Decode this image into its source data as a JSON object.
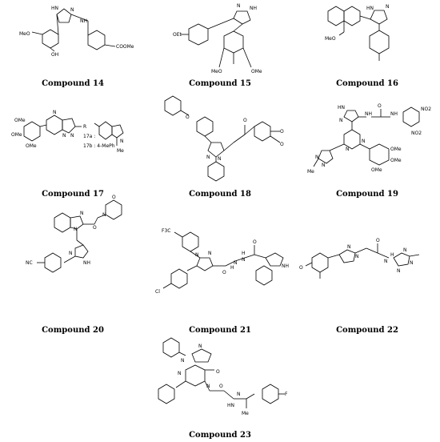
{
  "compounds": [
    {
      "caption": "Compound 14",
      "atoms": [
        "HN",
        "N",
        "NH",
        "MeO",
        "OH",
        "COOMe"
      ]
    },
    {
      "caption": "Compound 15",
      "atoms": [
        "N",
        "NH",
        "OEt",
        "MeO",
        "OMe"
      ]
    },
    {
      "caption": "Compound 16",
      "atoms": [
        "HN",
        "N",
        "MeO"
      ]
    },
    {
      "caption": "Compound 17",
      "atoms": [
        "OMe",
        "OMe",
        "OMe",
        "N",
        "N",
        "N",
        "R",
        "17a :",
        "17b : 4-MePh",
        "N",
        "Me"
      ]
    },
    {
      "caption": "Compound 18",
      "atoms": [
        "O",
        "O",
        "O",
        "O",
        "N",
        "N"
      ]
    },
    {
      "caption": "Compound 19",
      "atoms": [
        "HN",
        "N",
        "NH",
        "O",
        "NH",
        "NO2",
        "NO2",
        "N",
        "N",
        "N",
        "N",
        "Me",
        "OMe",
        "OMe",
        "OMe"
      ]
    },
    {
      "caption": "Compound 20",
      "atoms": [
        "N",
        "O",
        "N",
        "N",
        "O",
        "N",
        "NH",
        "NC"
      ]
    },
    {
      "caption": "Compound 21",
      "atoms": [
        "F3C",
        "N",
        "N",
        "O",
        "H",
        "N",
        "N",
        "H",
        "O",
        "NH",
        "Cl"
      ]
    },
    {
      "caption": "Compound 22",
      "atoms": [
        "O",
        "N",
        "N",
        "O",
        "N",
        "N",
        "N",
        "H",
        "N"
      ]
    },
    {
      "caption": "Compound 23",
      "atoms": [
        "N",
        "N",
        "O",
        "N",
        "N",
        "O",
        "HN",
        "N",
        "Me",
        "F"
      ]
    }
  ]
}
